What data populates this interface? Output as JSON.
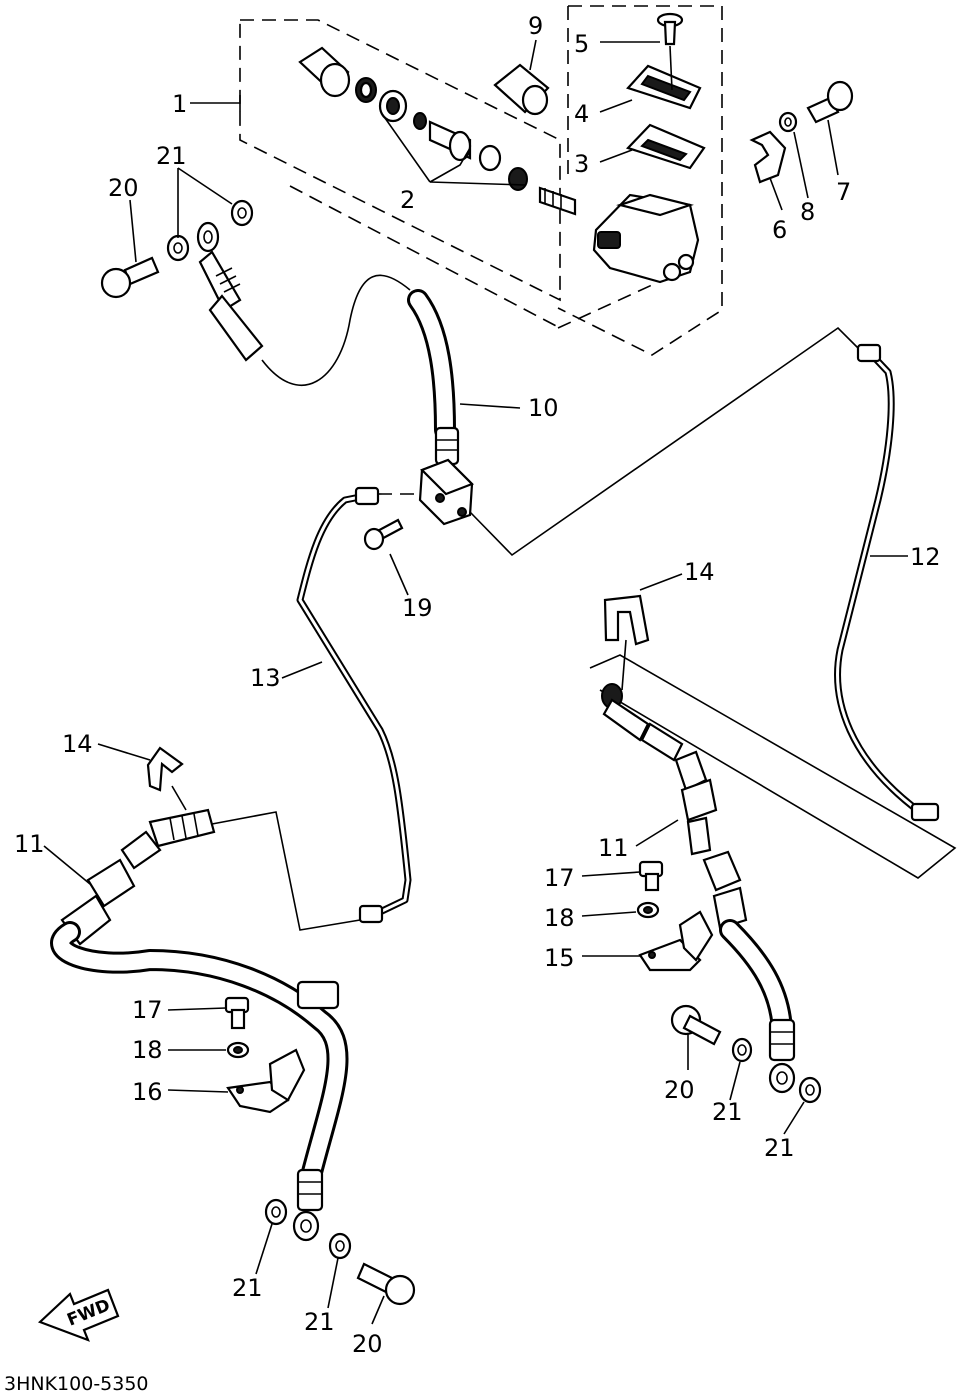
{
  "diagram": {
    "callouts": [
      "1",
      "2",
      "3",
      "4",
      "5",
      "6",
      "7",
      "8",
      "9",
      "10",
      "11",
      "11",
      "12",
      "13",
      "14",
      "14",
      "15",
      "16",
      "17",
      "17",
      "18",
      "18",
      "19",
      "20",
      "20",
      "20",
      "21",
      "21",
      "21",
      "21",
      "21"
    ],
    "fwd_label": "FWD",
    "drawing_code": "3HNK100-5350"
  }
}
